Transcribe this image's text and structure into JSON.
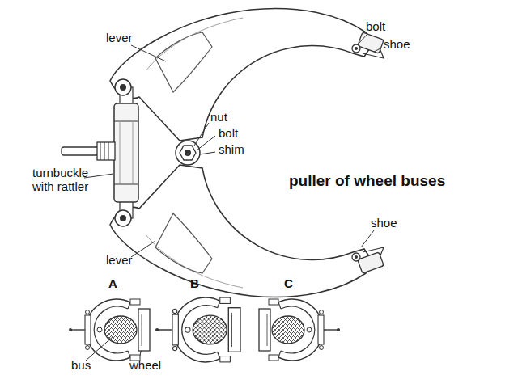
{
  "diagram": {
    "title": "puller of wheel buses",
    "labels": [
      "lever",
      "bolt",
      "shoe",
      "nut",
      "bolt",
      "shim",
      "turnbuckle with rattler",
      "shoe",
      "lever",
      "A",
      "B",
      "C",
      "bus",
      "wheel"
    ]
  }
}
